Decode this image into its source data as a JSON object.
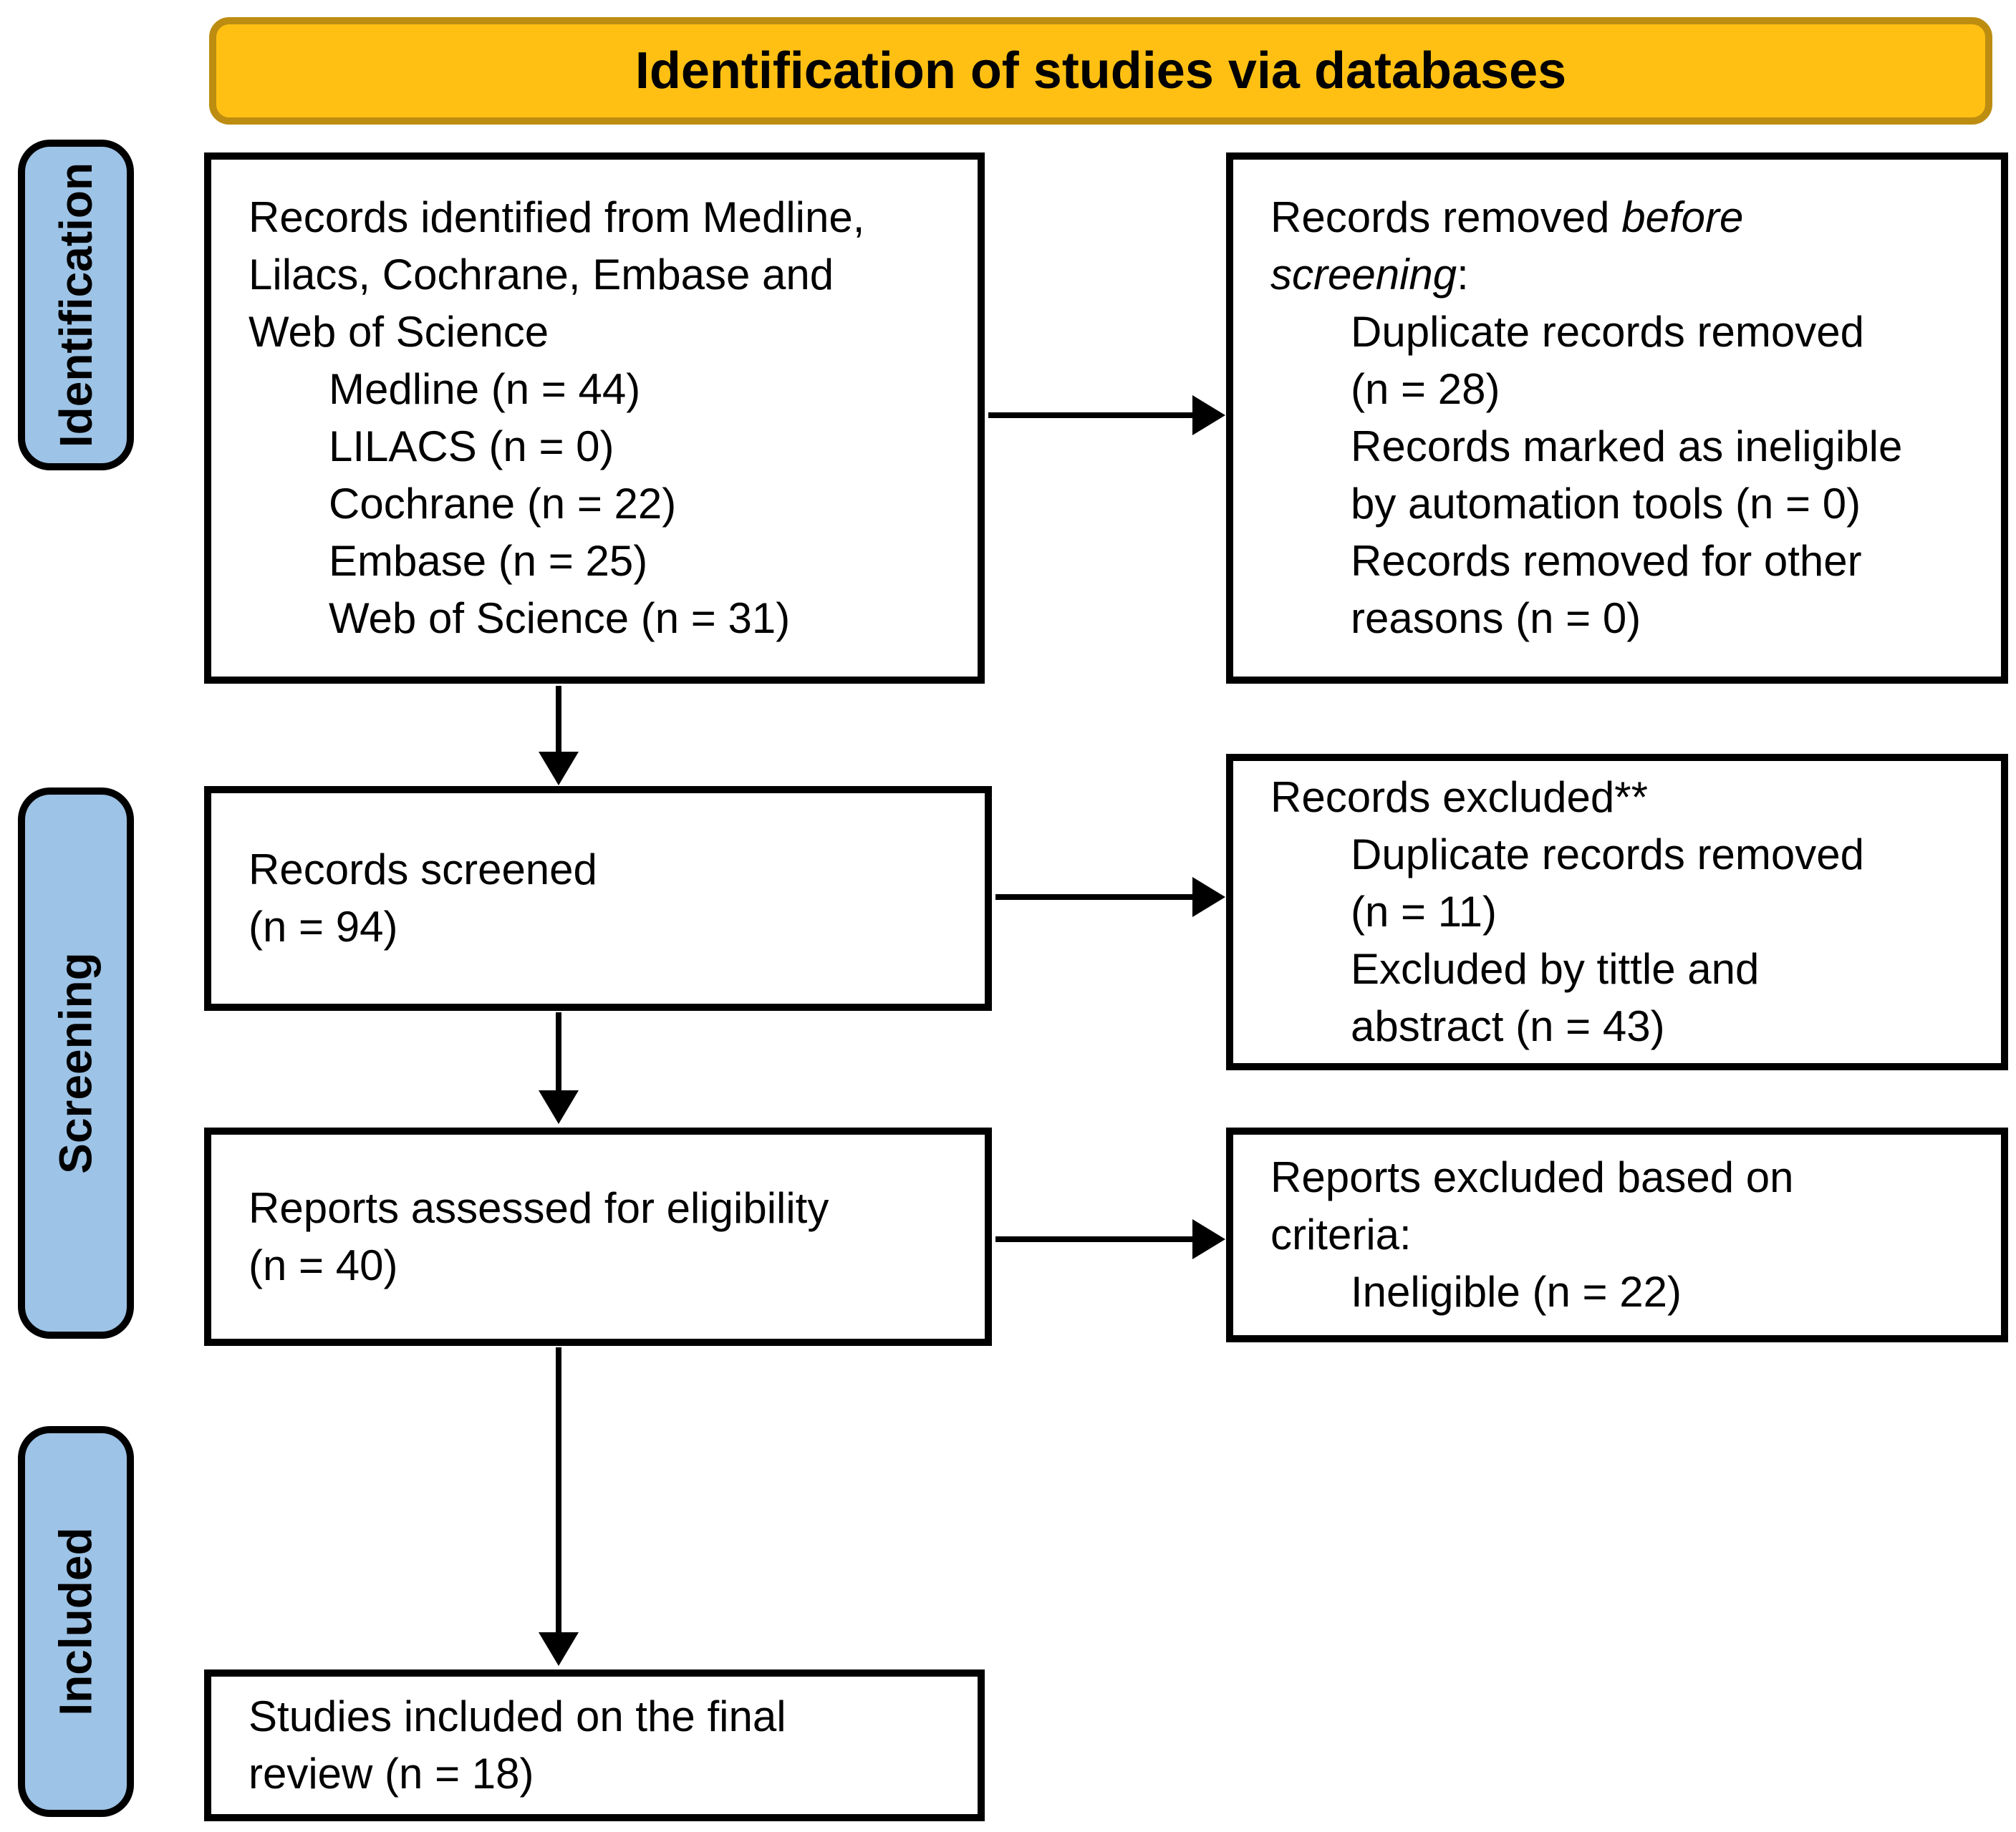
{
  "banner": {
    "title": "Identification of studies via databases"
  },
  "stages": [
    {
      "label": "Identification"
    },
    {
      "label": "Screening"
    },
    {
      "label": "Included"
    }
  ],
  "boxes": {
    "identified": {
      "lines": [
        {
          "text": "Records identified from Medline,"
        },
        {
          "text": "Lilacs, Cochrane, Embase and"
        },
        {
          "text": "Web of Science"
        },
        {
          "text": "Medline (n = 44)",
          "indent": 1
        },
        {
          "text": "LILACS (n = 0)",
          "indent": 1
        },
        {
          "text": "Cochrane (n = 22)",
          "indent": 1
        },
        {
          "text": "Embase (n = 25)",
          "indent": 1
        },
        {
          "text": "Web of Science (n = 31)",
          "indent": 1
        }
      ]
    },
    "removed_before_screening": {
      "lines": [
        {
          "segments": [
            {
              "t": "Records removed "
            },
            {
              "t": "before",
              "i": true
            }
          ]
        },
        {
          "segments": [
            {
              "t": "screening",
              "i": true
            },
            {
              "t": ":"
            }
          ]
        },
        {
          "text": "Duplicate records removed",
          "indent": 1
        },
        {
          "text": "(n = 28)",
          "indent": 1
        },
        {
          "text": "Records marked as ineligible",
          "indent": 1
        },
        {
          "text": "by automation tools (n = 0)",
          "indent": 1
        },
        {
          "text": "Records removed for other",
          "indent": 1
        },
        {
          "text": "reasons (n = 0)",
          "indent": 1
        }
      ]
    },
    "screened": {
      "lines": [
        {
          "text": "Records screened"
        },
        {
          "text": "(n = 94)"
        }
      ]
    },
    "excluded": {
      "lines": [
        {
          "text": "Records excluded**"
        },
        {
          "text": "Duplicate records removed",
          "indent": 1
        },
        {
          "text": "(n = 11)",
          "indent": 1
        },
        {
          "text": "Excluded by tittle and",
          "indent": 1
        },
        {
          "text": "abstract (n = 43)",
          "indent": 1
        }
      ]
    },
    "assessed": {
      "lines": [
        {
          "text": "Reports assessed for eligibility"
        },
        {
          "text": "(n = 40)"
        }
      ]
    },
    "excluded_criteria": {
      "lines": [
        {
          "text": "Reports excluded based on"
        },
        {
          "text": "criteria:"
        },
        {
          "text": "Ineligible (n = 22)",
          "indent": 1
        }
      ]
    },
    "included_final": {
      "lines": [
        {
          "text": "Studies included on the final"
        },
        {
          "text": "review (n = 18)"
        }
      ]
    }
  },
  "colors": {
    "banner_fill": "#FFC013",
    "banner_border": "#BD8D11",
    "stage_fill": "#9DC3E6",
    "box_border": "#000000",
    "arrow": "#000000"
  }
}
